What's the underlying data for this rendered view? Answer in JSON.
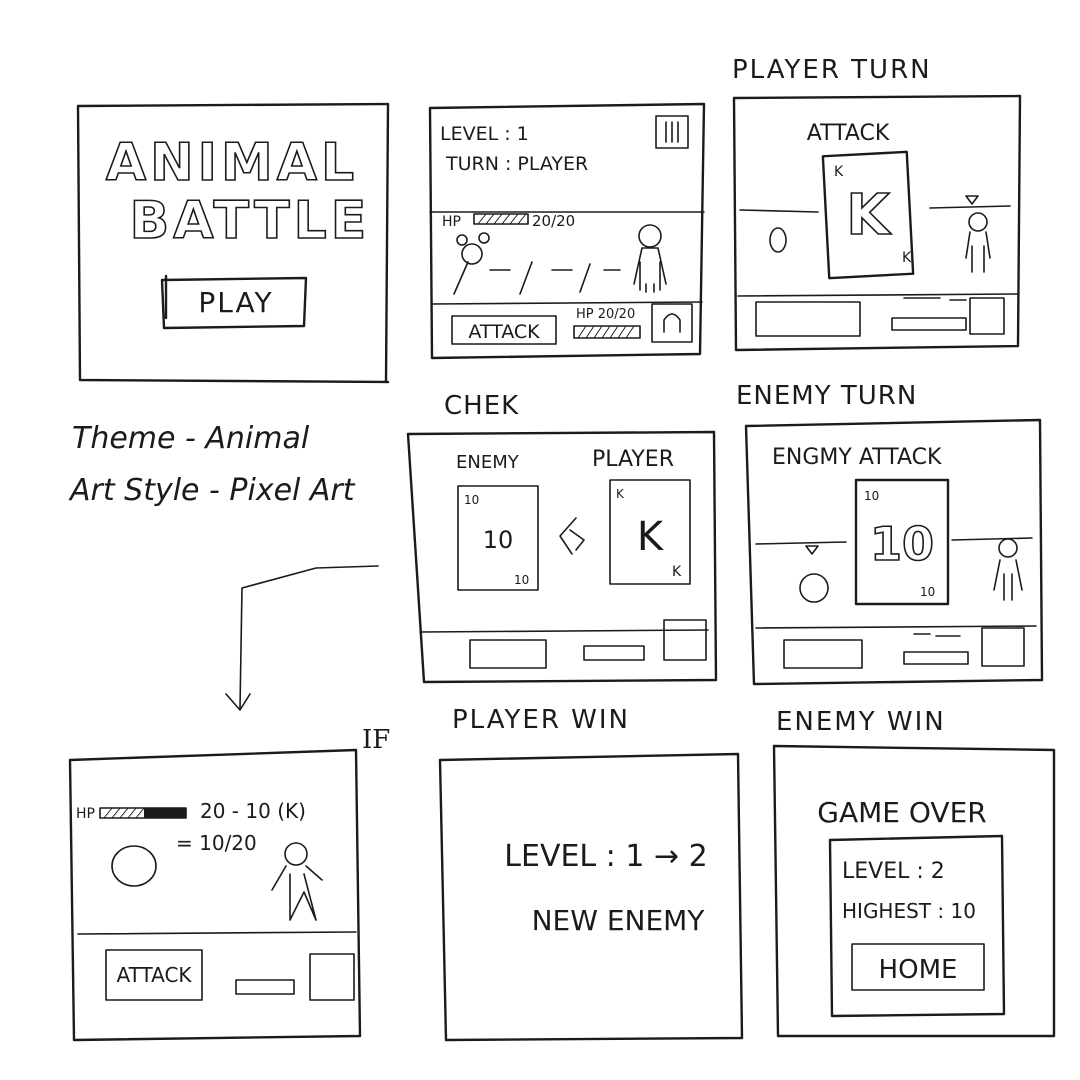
{
  "title_screen": {
    "title_line1": "ANIMAL",
    "title_line2": "BATTLE",
    "play_label": "PLAY"
  },
  "notes": {
    "theme": "Theme - Animal",
    "art_style": "Art Style - Pixel Art"
  },
  "game_screen": {
    "level": "LEVEL : 1",
    "turn": "TURN : PLAYER",
    "enemy_hp": "HP",
    "enemy_hp_value": "20/20",
    "attack_label": "ATTACK",
    "player_hp": "HP 20/20"
  },
  "player_turn": {
    "caption": "PLAYER TURN",
    "heading": "ATTACK",
    "card_rank": "K"
  },
  "check": {
    "caption": "CHEK",
    "enemy_label": "ENEMY",
    "player_label": "PLAYER",
    "enemy_card": "10",
    "player_card": "K"
  },
  "enemy_turn": {
    "caption": "ENEMY TURN",
    "heading": "ENGMY ATTACK",
    "card_value": "10"
  },
  "if_screen": {
    "caption": "IF",
    "hp_label": "HP",
    "hp_calc": "20 - 10 (K)",
    "hp_result": "= 10/20",
    "attack_label": "ATTACK"
  },
  "player_win": {
    "caption": "PLAYER WIN",
    "level_change": "LEVEL : 1 → 2",
    "new_enemy": "NEW ENEMY"
  },
  "enemy_win": {
    "caption": "ENEMY WIN",
    "game_over": "GAME OVER",
    "level": "LEVEL : 2",
    "highest": "HIGHEST : 10",
    "home_label": "HOME"
  }
}
